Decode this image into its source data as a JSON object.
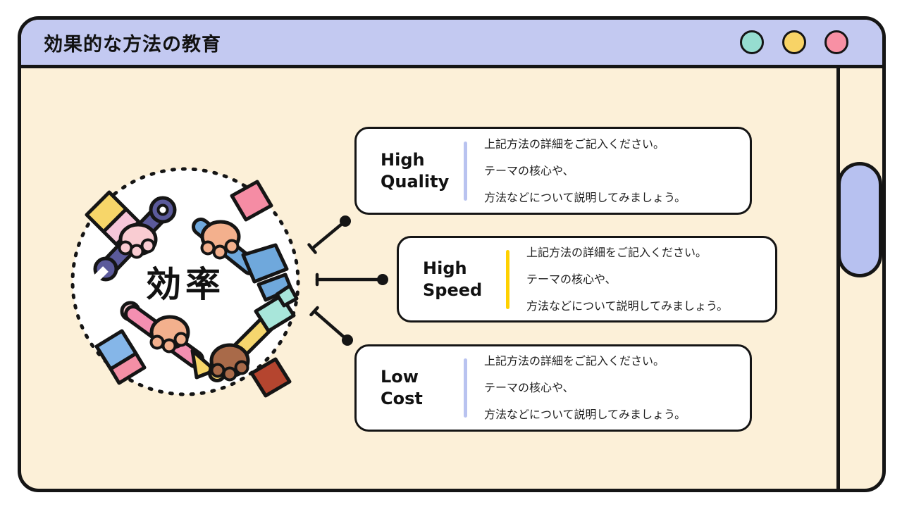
{
  "window": {
    "title": "効果的な方法の教育",
    "traffic_lights": [
      {
        "name": "teal",
        "color": "#96ddd0"
      },
      {
        "name": "yellow",
        "color": "#f8d366"
      },
      {
        "name": "pink",
        "color": "#f890a4"
      }
    ]
  },
  "center": {
    "label": "効率"
  },
  "boxes": [
    {
      "id": "high-quality",
      "label_line1": "High",
      "label_line2": "Quality",
      "accent_color": "#b9c3f0",
      "desc_lines": [
        "上記方法の詳細をご記入ください。",
        "テーマの核心や、",
        "方法などについて説明してみましょう。"
      ]
    },
    {
      "id": "high-speed",
      "label_line1": "High",
      "label_line2": "Speed",
      "accent_color": "#ffd100",
      "desc_lines": [
        "上記方法の詳細をご記入ください。",
        "テーマの核心や、",
        "方法などについて説明してみましょう。"
      ]
    },
    {
      "id": "low-cost",
      "label_line1": "Low",
      "label_line2": "Cost",
      "accent_color": "#b9c3f0",
      "desc_lines": [
        "上記方法の詳細をご記入ください。",
        "テーマの核心や、",
        "方法などについて説明してみましょう。"
      ]
    }
  ],
  "colors": {
    "content_bg": "#fcf0d8",
    "titlebar_bg": "#c3c9f1",
    "scrollbar_thumb": "#b7c1f0"
  }
}
